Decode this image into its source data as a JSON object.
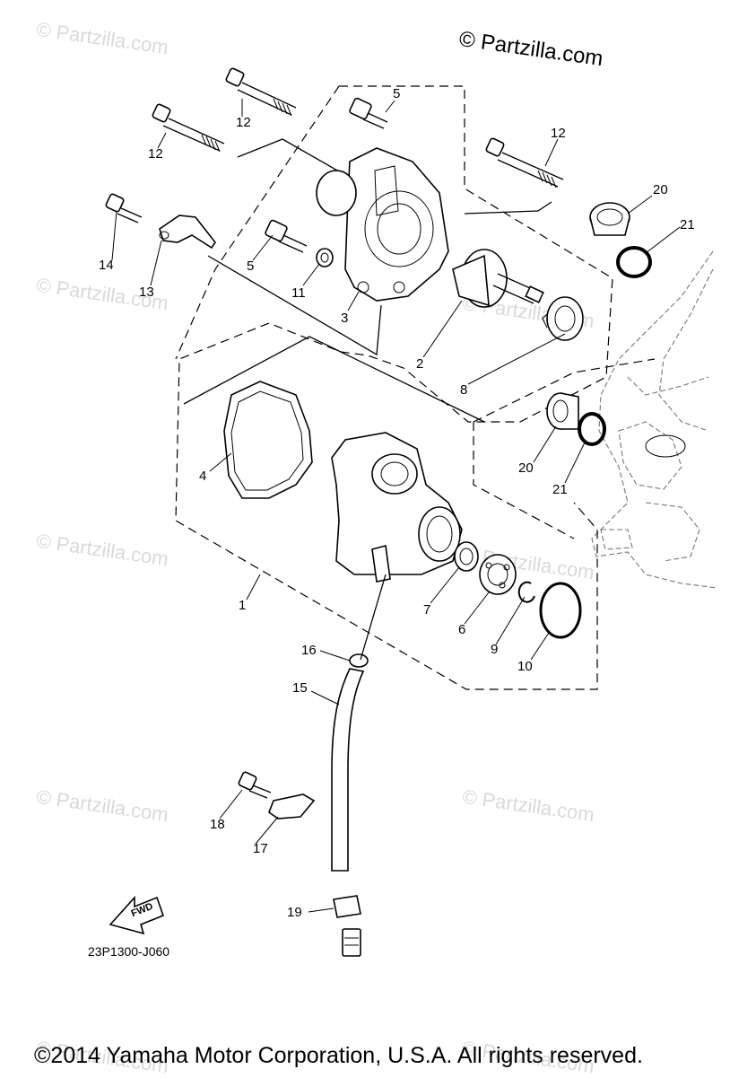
{
  "copyright_top": "© Partzilla.com",
  "watermark_text": "© Partzilla.com",
  "part_labels": {
    "p1": "1",
    "p2": "2",
    "p3": "3",
    "p4": "4",
    "p5a": "5",
    "p5b": "5",
    "p6": "6",
    "p7": "7",
    "p8": "8",
    "p9": "9",
    "p10": "10",
    "p11": "11",
    "p12a": "12",
    "p12b": "12",
    "p12c": "12",
    "p13": "13",
    "p14": "14",
    "p15": "15",
    "p16": "16",
    "p17": "17",
    "p18": "18",
    "p19": "19",
    "p20a": "20",
    "p20b": "20",
    "p21a": "21",
    "p21b": "21"
  },
  "fwd_label": "FWD",
  "diagram_code": "23P1300-J060",
  "footer": "©2014 Yamaha Motor Corporation, U.S.A. All rights reserved."
}
